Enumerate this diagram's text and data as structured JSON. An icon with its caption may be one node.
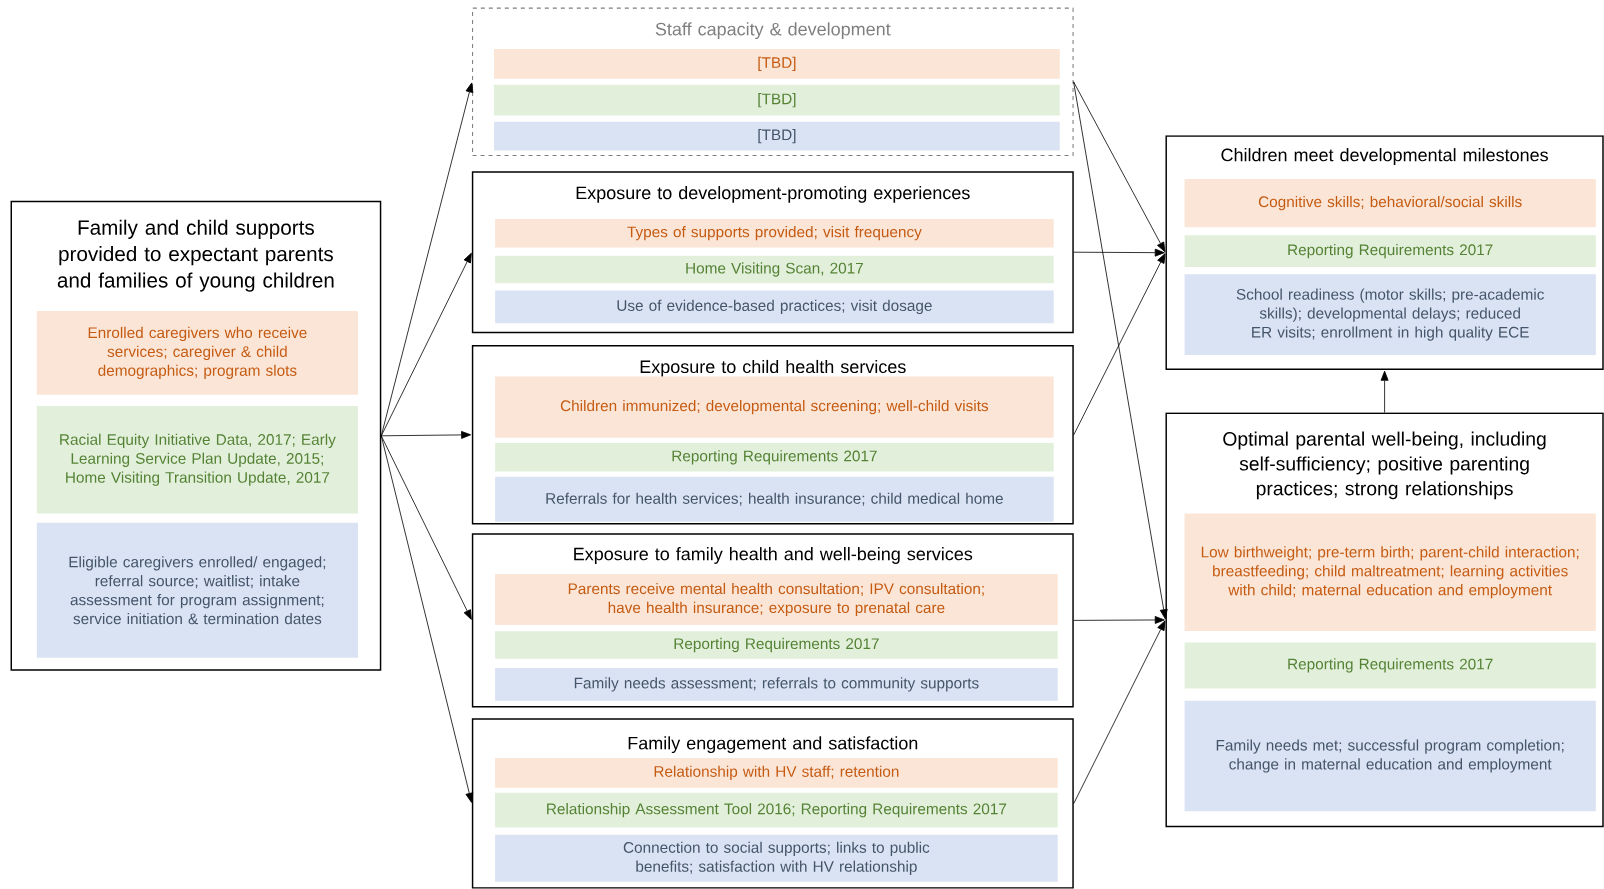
{
  "diagram": {
    "nodes": [
      {
        "text": [
          "Family and child supports provided to expectant parents and families of young children"
        ]
      },
      {
        "text": [
          "Enrolled caregivers who receive services; caregiver & child demographics; program slots"
        ],
        "in": 0
      },
      {
        "text": [
          "Racial Equity Initiative Data, 2017; Early Learning Service Plan Update, 2015; Home Visiting Transition Update, 2017"
        ],
        "in": 0
      },
      {
        "text": [
          "Eligible caregivers enrolled/ engaged; referral source; waitlist; intake assessment for program assignment; service initiation & termination dates"
        ],
        "in": 0
      },
      {
        "text": [
          "Staff capacity & development"
        ]
      },
      {
        "text": [
          "[TBD]"
        ],
        "in": 4
      },
      {
        "text": [
          "[TBD]"
        ],
        "in": 4
      },
      {
        "text": [
          "[TBD]"
        ],
        "in": 4
      },
      {
        "text": [
          "Exposure to development-promoting experiences"
        ]
      },
      {
        "text": [
          "Types of supports provided; visit frequency"
        ],
        "in": 8
      },
      {
        "text": [
          "Home Visiting Scan, 2017"
        ],
        "in": 8
      },
      {
        "text": [
          "Use of evidence-based practices; visit dosage"
        ],
        "in": 8
      },
      {
        "text": [
          "Exposure to child health services"
        ]
      },
      {
        "text": [
          "Children immunized; developmental screening; well-child visits"
        ],
        "in": 12
      },
      {
        "text": [
          "Reporting Requirements 2017"
        ],
        "in": 12
      },
      {
        "text": [
          "Referrals for health services; health insurance; child medical home"
        ],
        "in": 12
      },
      {
        "text": [
          "Exposure to family health and well-being services"
        ]
      },
      {
        "text": [
          "Parents receive mental health consultation; IPV consultation; have health insurance; exposure to prenatal care"
        ],
        "in": 16
      },
      {
        "text": [
          "Reporting Requirements 2017"
        ],
        "in": 16
      },
      {
        "text": [
          "Family needs assessment; referrals to community supports"
        ],
        "in": 16
      },
      {
        "text": [
          "Family engagement and satisfaction"
        ]
      },
      {
        "text": [
          "Relationship with HV staff; retention"
        ],
        "in": 20
      },
      {
        "text": [
          "Relationship Assessment Tool 2016; Reporting Requirements 2017"
        ],
        "in": 20
      },
      {
        "text": [
          "Connection to social supports; links to public benefits; satisfaction with HV relationship"
        ],
        "in": 20
      },
      {
        "text": [
          "Children meet developmental milestones"
        ]
      },
      {
        "text": [
          "Cognitive skills; behavioral/social skills"
        ],
        "in": 24
      },
      {
        "text": [
          "Reporting Requirements 2017"
        ],
        "in": 24
      },
      {
        "text": [
          "School readiness (motor skills; pre-academic skills); developmental delays; reduced ER visits; enrollment in high quality ECE"
        ],
        "in": 24
      },
      {
        "text": [
          "Optimal parental well-being, including self-sufficiency; positive parenting practices; strong relationships"
        ]
      },
      {
        "text": [
          "Low birthweight; pre-term birth; parent-child interaction; breastfeeding; child maltreatment; learning activities with child; maternal education and employment"
        ],
        "in": 28
      },
      {
        "text": [
          "Reporting Requirements 2017"
        ],
        "in": 28
      },
      {
        "text": [
          "Family needs met; successful program completion; change in maternal education and employment"
        ],
        "in": 28
      }
    ],
    "edges": [
      {
        "from": 0,
        "to": 4,
        "arrow": "to"
      },
      {
        "from": 0,
        "to": 8,
        "arrow": "to"
      },
      {
        "from": 0,
        "to": 12,
        "arrow": "to"
      },
      {
        "from": 0,
        "to": 16,
        "arrow": "to"
      },
      {
        "from": 0,
        "to": 20,
        "arrow": "to"
      },
      {
        "from": 4,
        "to": 24,
        "arrow": "to"
      },
      {
        "from": 4,
        "to": 28,
        "arrow": "to"
      },
      {
        "from": 8,
        "to": 24,
        "arrow": "to"
      },
      {
        "from": 12,
        "to": 24,
        "arrow": "to"
      },
      {
        "from": 16,
        "to": 28,
        "arrow": "to"
      },
      {
        "from": 20,
        "to": 28,
        "arrow": "to"
      },
      {
        "from": 28,
        "to": 24,
        "arrow": "to"
      }
    ]
  }
}
